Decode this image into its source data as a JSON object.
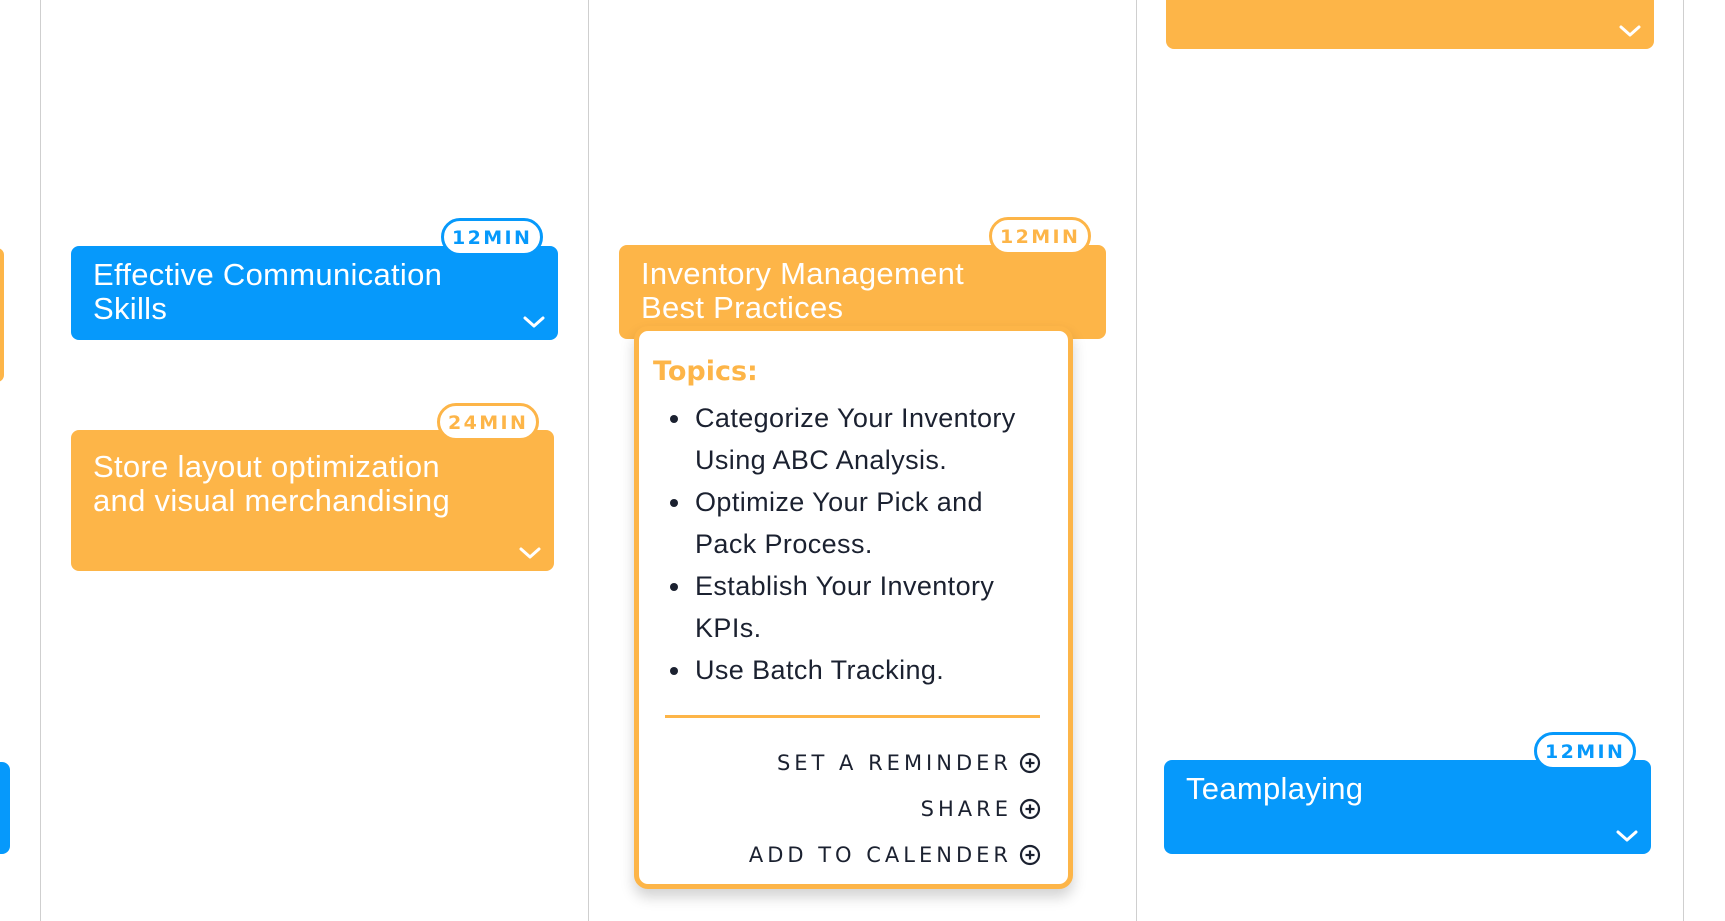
{
  "columns": {
    "separators": 4
  },
  "cards": {
    "effective_communication": {
      "title": "Effective Communication Skills",
      "duration": "12MIN",
      "color": "blue"
    },
    "store_layout": {
      "title": "Store layout optimization and visual merchandising",
      "duration": "24MIN",
      "color": "orange"
    },
    "inventory": {
      "title": "Inventory Management Best Practices",
      "duration": "12MIN",
      "color": "orange"
    },
    "teamplaying": {
      "title": "Teamplaying",
      "duration": "12MIN",
      "color": "blue"
    }
  },
  "detail": {
    "topics_label": "Topics:",
    "topics": [
      "Categorize Your Inventory Using ABC Analysis.",
      "Optimize Your Pick and Pack Process.",
      "Establish Your Inventory KPIs.",
      "Use Batch Tracking."
    ],
    "actions": {
      "reminder": "SET A REMINDER",
      "share": "SHARE",
      "calendar": "ADD TO CALENDER"
    }
  },
  "colors": {
    "blue": "#0699fb",
    "orange": "#fdb548",
    "text_dark": "#1b2130",
    "grid_line": "#cfcfcf"
  },
  "icons": {
    "expand": "chevron-down-icon",
    "add": "plus-circle-icon"
  }
}
